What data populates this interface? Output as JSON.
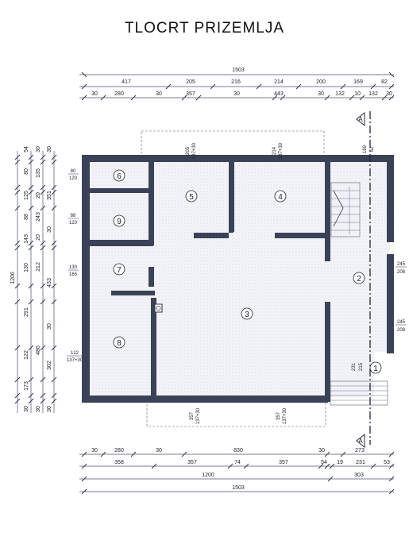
{
  "title": "TLOCRT PRIZEMLJA",
  "dims_top": {
    "total": "1503",
    "row1": [
      "417",
      "205",
      "216",
      "214",
      "200",
      "169",
      "82"
    ],
    "row2": [
      "30",
      "280",
      "30",
      "357",
      "30",
      "443",
      "30",
      "132",
      "10",
      "132",
      "30"
    ]
  },
  "dims_bottom": {
    "row1": [
      "30",
      "280",
      "30",
      "830",
      "30",
      "273"
    ],
    "row2": [
      "358",
      "357",
      "74",
      "357",
      "54",
      "19",
      "231",
      "53"
    ],
    "row3": [
      "1200",
      "303"
    ],
    "total": "1503"
  },
  "dims_left": {
    "col1": [
      "1206"
    ],
    "col2": [
      "54",
      "80",
      "125",
      "88",
      "143",
      "130",
      "291",
      "122",
      "173",
      "30"
    ],
    "col3": [
      "30",
      "135",
      "20",
      "243",
      "20",
      "212",
      "486",
      "302",
      "30"
    ],
    "col4": [
      "351",
      "433",
      "30",
      "30"
    ]
  },
  "openings": {
    "r6": [
      "80",
      "120"
    ],
    "r9": [
      "88",
      "120"
    ],
    "r7": [
      "130",
      "165"
    ],
    "r8": [
      "122",
      "137+30"
    ],
    "r5": [
      "205",
      "137+30"
    ],
    "r4": [
      "214",
      "137+30"
    ],
    "stair_top": [
      "169",
      "52"
    ],
    "right_upper": [
      "245",
      "208"
    ],
    "right_lower": [
      "245",
      "208"
    ],
    "entry": [
      "231",
      "215"
    ],
    "bottom_left": [
      "357",
      "137+30"
    ],
    "bottom_right": [
      "357",
      "137+30"
    ]
  },
  "rooms": [
    "1",
    "2",
    "3",
    "4",
    "5",
    "6",
    "7",
    "8",
    "9"
  ],
  "section_marker": "A"
}
